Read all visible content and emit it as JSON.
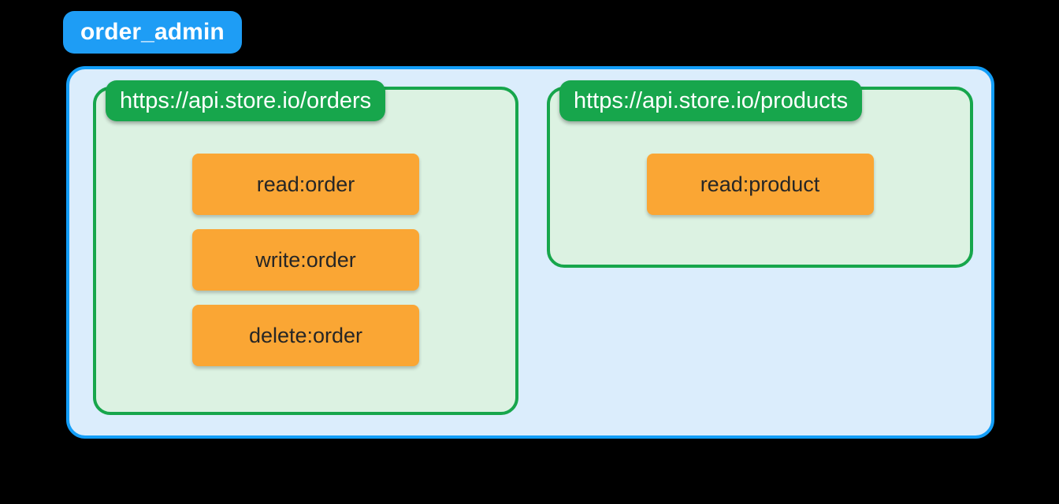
{
  "diagram": {
    "role": {
      "name": "order_admin",
      "accent_color": "#1e9df5",
      "fill_color": "#dbedfc",
      "border_color": "#139ef8"
    },
    "resource_color": {
      "header": "#17a64c",
      "fill": "#dcf2e2",
      "border": "#17a64c"
    },
    "scope_color": {
      "fill": "#faa634",
      "text": "#262626"
    },
    "resources": [
      {
        "url": "https://api.store.io/orders",
        "scopes": [
          {
            "name": "read:order"
          },
          {
            "name": "write:order"
          },
          {
            "name": "delete:order"
          }
        ]
      },
      {
        "url": "https://api.store.io/products",
        "scopes": [
          {
            "name": "read:product"
          }
        ]
      }
    ]
  }
}
